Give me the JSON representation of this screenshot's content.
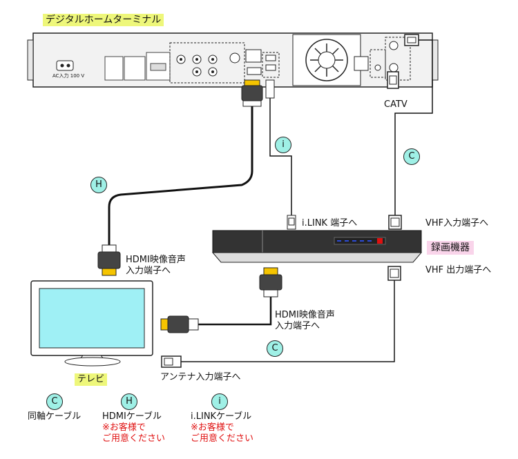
{
  "title": "デジタルホームターミナル",
  "catv": "CATV",
  "ac_label": "AC入力 100 V",
  "recorder": "録画機器",
  "tv": "テレビ",
  "labels": {
    "ilink_port": "i.LINK 端子へ",
    "vhf_in": "VHF入力端子へ",
    "vhf_out": "VHF 出力端子へ",
    "hdmi_tv_1": "HDMI映像音声",
    "hdmi_tv_2": "入力端子へ",
    "hdmi_rec_1": "HDMI映像音声",
    "hdmi_rec_2": "入力端子へ",
    "antenna_in": "アンテナ入力端子へ"
  },
  "badges": {
    "i": "i",
    "c": "C",
    "h": "H"
  },
  "legend": [
    {
      "badge": "C",
      "name": "同軸ケーブル",
      "note1": "",
      "note2": ""
    },
    {
      "badge": "H",
      "name": "HDMIケーブル",
      "note1": "※お客様で",
      "note2": "ご用意ください"
    },
    {
      "badge": "i",
      "name": "i.LINKケーブル",
      "note1": "※お客様で",
      "note2": "ご用意ください"
    }
  ],
  "colors": {
    "connector_yellow": "#f5c400",
    "badge_fill": "#9ff0e6",
    "note_red": "#e01010",
    "recorder_dark": "#333333",
    "rec_light": "#e01010",
    "rec_dots": "#2c4bd8"
  }
}
